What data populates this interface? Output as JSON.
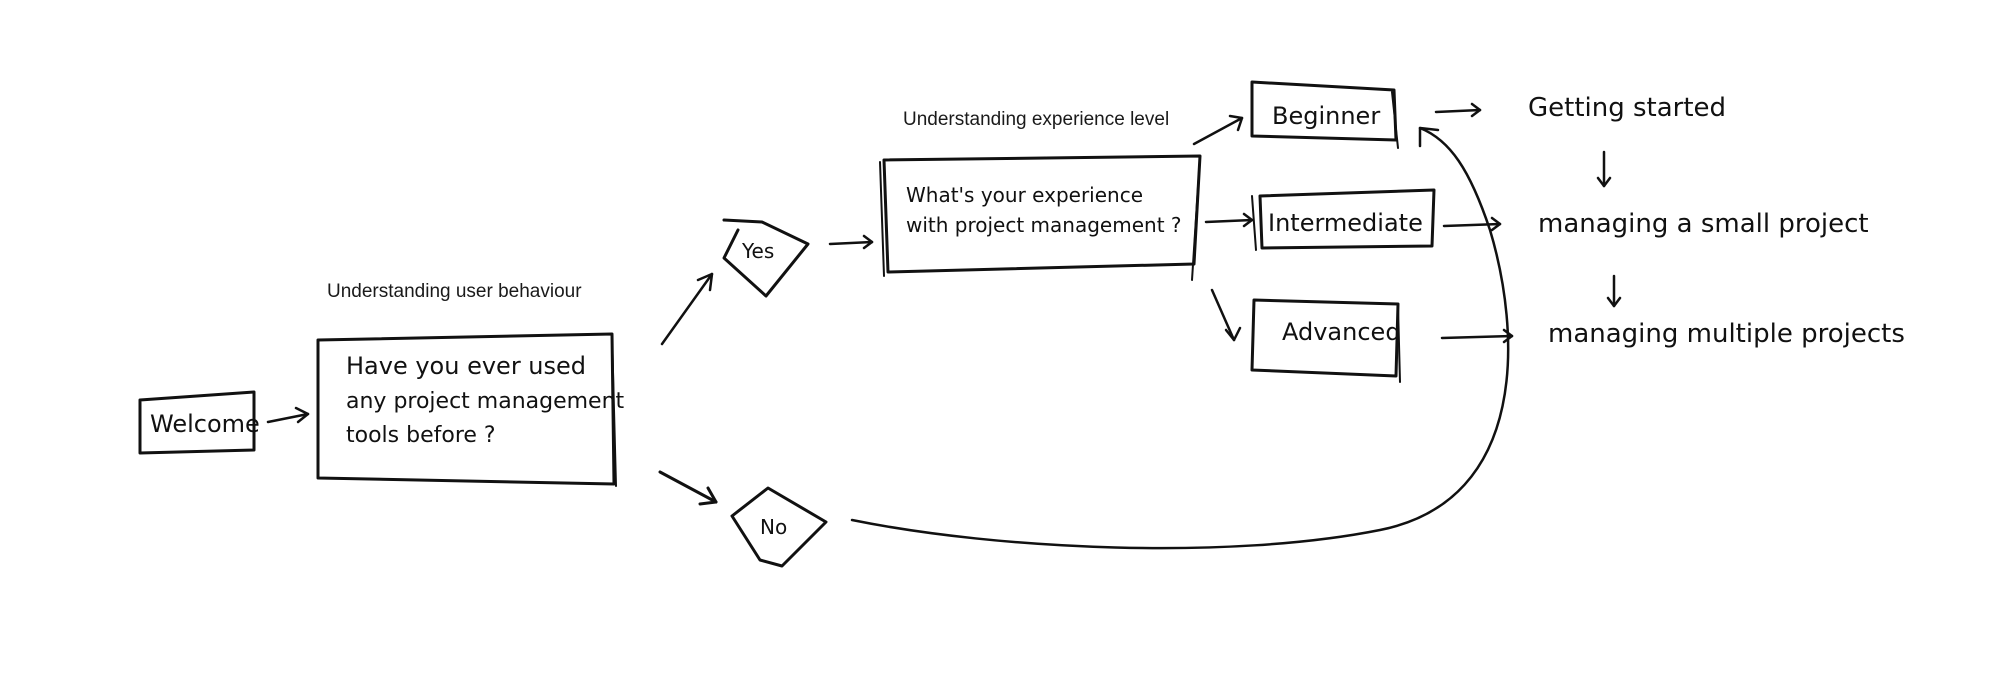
{
  "section_labels": {
    "user_behaviour": "Understanding user behaviour",
    "experience_level": "Understanding experience level"
  },
  "nodes": {
    "welcome": "Welcome",
    "question1": [
      "Have you ever used",
      "any project management",
      "tools before ?"
    ],
    "yes": "Yes",
    "no": "No",
    "question2": [
      "What's your experience",
      "with project management ?"
    ],
    "beginner": "Beginner",
    "intermediate": "Intermediate",
    "advanced": "Advanced"
  },
  "outcomes": {
    "getting_started": "Getting started",
    "small_project": "managing a small project",
    "multiple_projects": "managing multiple projects"
  },
  "colors": {
    "ink": "#111111",
    "background": "#ffffff"
  }
}
